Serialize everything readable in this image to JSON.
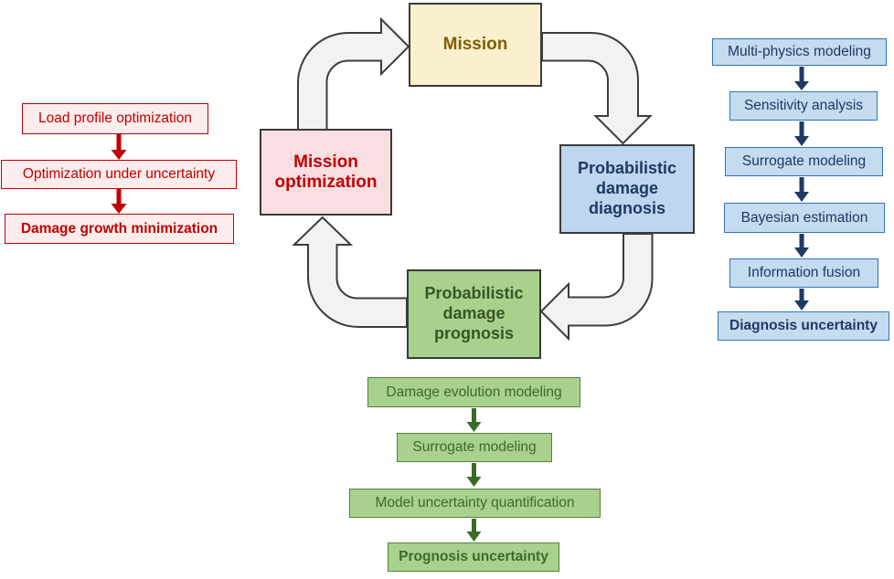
{
  "cycle": {
    "mission": "Mission",
    "mission_optimization": "Mission optimization",
    "damage_diagnosis": "Probabilistic damage diagnosis",
    "damage_prognosis": "Probabilistic damage prognosis"
  },
  "optimization_chain": {
    "items": [
      {
        "label": "Load profile optimization"
      },
      {
        "label": "Optimization under uncertainty"
      },
      {
        "label": "Damage growth minimization"
      }
    ]
  },
  "diagnosis_chain": {
    "items": [
      {
        "label": "Multi-physics modeling"
      },
      {
        "label": "Sensitivity analysis"
      },
      {
        "label": "Surrogate modeling"
      },
      {
        "label": "Bayesian estimation"
      },
      {
        "label": "Information fusion"
      },
      {
        "label": "Diagnosis uncertainty"
      }
    ]
  },
  "prognosis_chain": {
    "items": [
      {
        "label": "Damage evolution modeling"
      },
      {
        "label": "Surrogate modeling"
      },
      {
        "label": "Model uncertainty quantification"
      },
      {
        "label": "Prognosis uncertainty"
      }
    ]
  },
  "colors": {
    "mission_fill": "#FBF0CE",
    "mission_text": "#7F6000",
    "optimization_fill": "#FBDEE2",
    "red_accent": "#C00000",
    "red_chain_fill": "#FDECEC",
    "blue_fill": "#BDD7EE",
    "blue_chain_fill": "#C5DBEF",
    "blue_border": "#2E75B6",
    "navy_text": "#1F3864",
    "green_fill": "#A9D18E",
    "green_border": "#538135",
    "green_text": "#375623",
    "cycle_arrow_fill": "#F2F2F2",
    "cycle_arrow_stroke": "#3C3C3C"
  }
}
